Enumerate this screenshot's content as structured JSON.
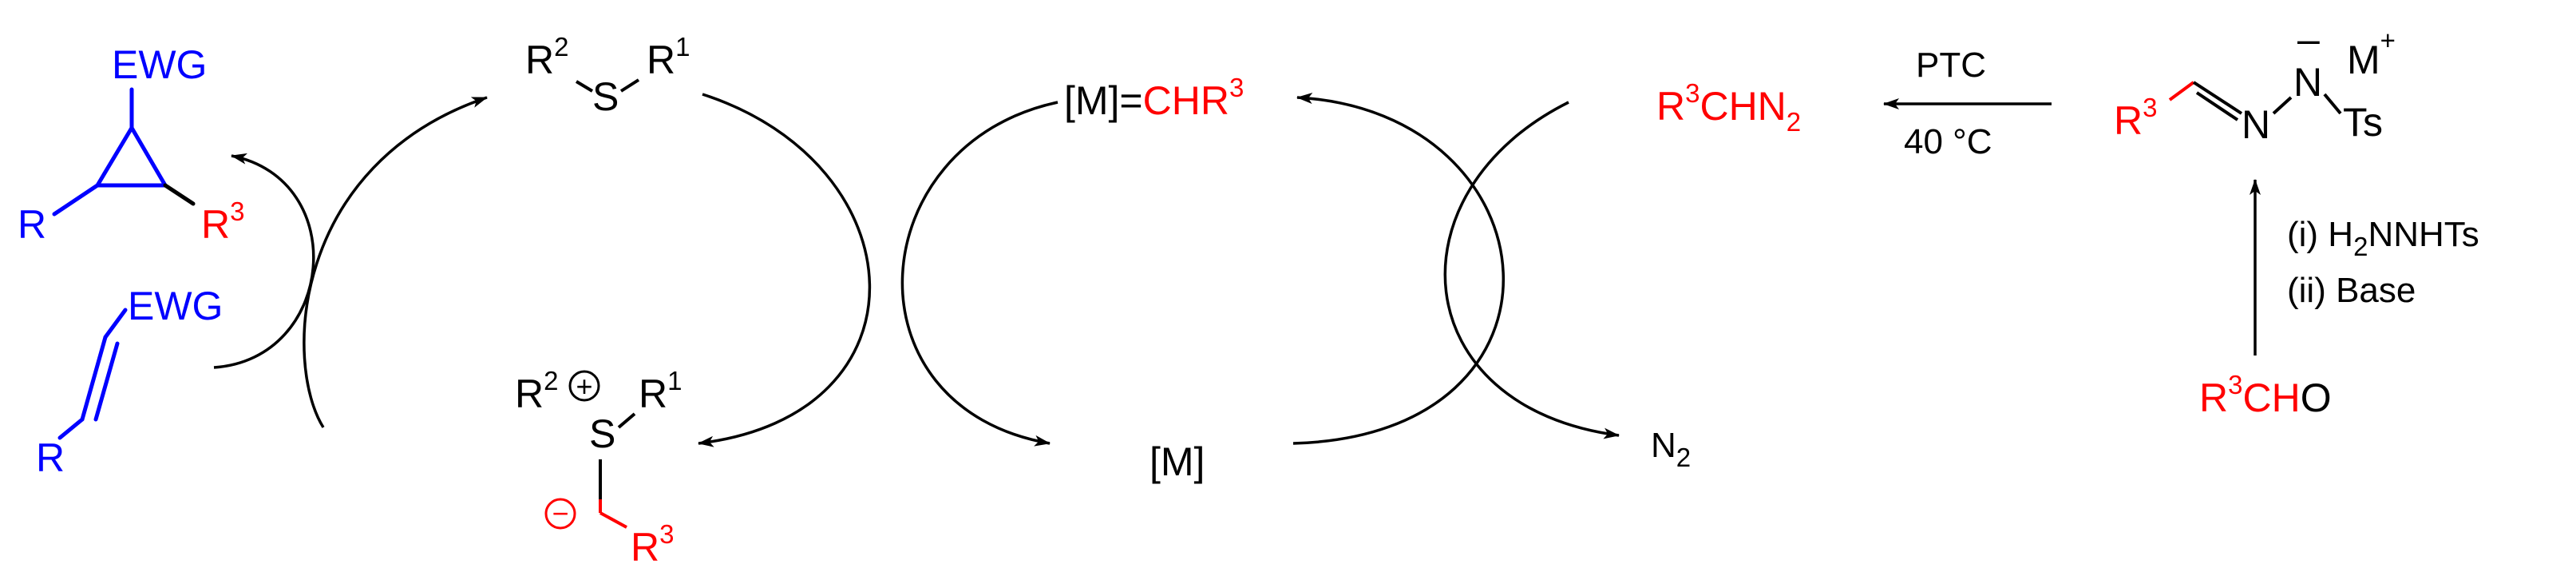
{
  "colors": {
    "black": "#000000",
    "blue": "#0000ff",
    "red": "#ff0000"
  },
  "cyclopropane": {
    "ewg": "EWG",
    "r": "R",
    "r3": "R",
    "r3_sup": "3"
  },
  "alkene": {
    "ewg": "EWG",
    "r": "R"
  },
  "sulfide": {
    "r2": "R",
    "r2_sup": "2",
    "s": "S",
    "r1": "R",
    "r1_sup": "1"
  },
  "ylide": {
    "r2": "R",
    "r2_sup": "2",
    "s": "S",
    "r1": "R",
    "r1_sup": "1",
    "plus": "+",
    "minus": "−",
    "r3": "R",
    "r3_sup": "3"
  },
  "carbene": {
    "metal": "[M]=",
    "chr": "CHR",
    "r3_sup": "3"
  },
  "catalyst": {
    "metal": "[M]"
  },
  "diazo": {
    "r3": "R",
    "r3_sup": "3",
    "chn": "CHN",
    "n2_sub": "2"
  },
  "nitrogen": {
    "n": "N",
    "n2_sub": "2"
  },
  "conditions": {
    "reagent": "PTC",
    "temperature": "40 °C"
  },
  "salt": {
    "r3": "R",
    "r3_sup": "3",
    "n1": "N",
    "n2": "N",
    "ts": "Ts",
    "metal": "M",
    "metal_charge": "+",
    "n_charge": "–"
  },
  "steps": {
    "step1": "(i) H",
    "step1_sub": "2",
    "step1_rest": "NNHTs",
    "step2": "(ii) Base"
  },
  "aldehyde": {
    "r3": "R",
    "r3_sup": "3",
    "ch": "CH",
    "o": "O"
  }
}
